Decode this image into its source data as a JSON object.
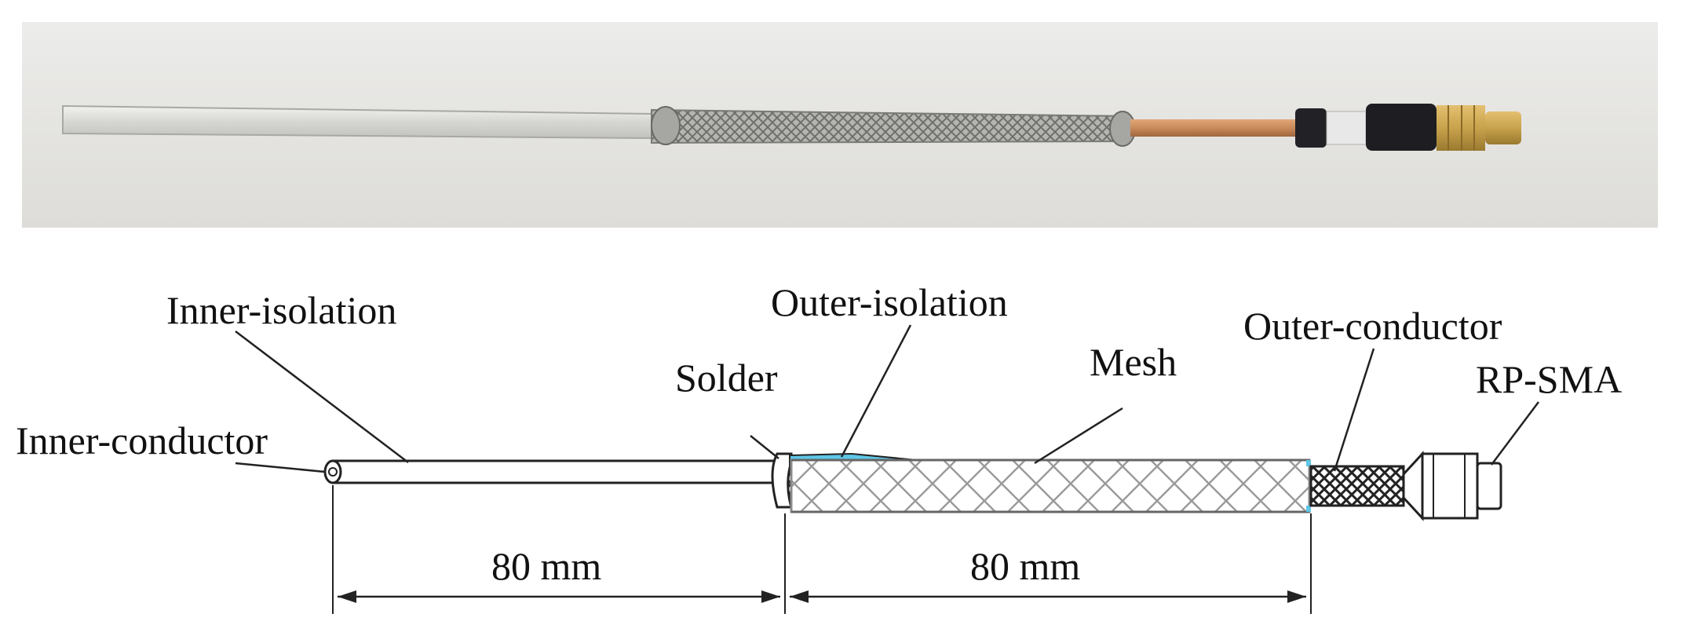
{
  "labels": {
    "inner_isolation": "Inner-isolation",
    "outer_isolation": "Outer-isolation",
    "outer_conductor": "Outer-conductor",
    "solder": "Solder",
    "mesh": "Mesh",
    "rp_sma": "RP-SMA",
    "inner_conductor": "Inner-conductor"
  },
  "dimensions": {
    "left_length": "80 mm",
    "right_length": "80 mm"
  },
  "colors": {
    "photo_background": "#e6e6e2",
    "copper": "#c98a5a",
    "brass": "#c8a24c",
    "heat_shrink": "#1e1e22",
    "isolation_blue": "#5ec6e6",
    "line": "#222222"
  }
}
